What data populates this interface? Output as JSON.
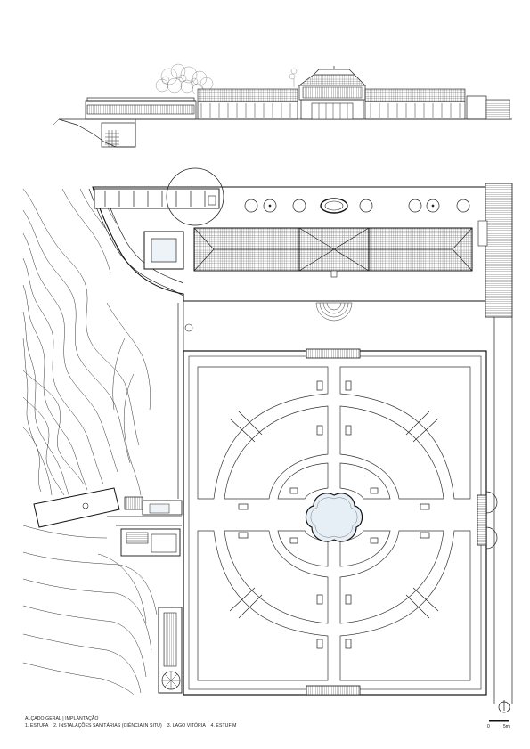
{
  "caption": {
    "title": "ALÇADO GERAL | IMPLANTAÇÃO",
    "legend": "1. ESTUFA    2. INSTALAÇÕES SANITÁRIAS (CIÊNCIA IN SITU)    3. LAGO VITÓRIA    4. ESTUFIM"
  },
  "scale_bar": {
    "start_label": "0",
    "end_label": "5m"
  },
  "north_arrow": {
    "icon": "north-arrow-icon"
  },
  "colors": {
    "ink": "#222222",
    "water": "#e6eef6",
    "roof": "#555555",
    "paper": "#ffffff"
  }
}
